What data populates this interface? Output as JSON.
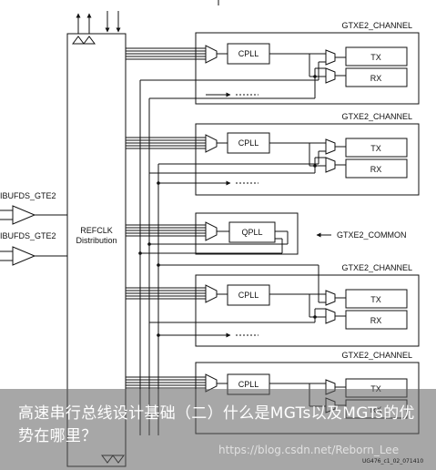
{
  "diagram": {
    "refclk_block": [
      "REFCLK",
      "Distribution"
    ],
    "buffer_labels": [
      "IBUFDS_GTE2",
      "IBUFDS_GTE2"
    ],
    "channel_title": "GTXE2_CHANNEL",
    "common_label": "GTXE2_COMMON",
    "cpll_label": "CPLL",
    "qpll_label": "QPLL",
    "tx_label": "TX",
    "rx_label": "RX",
    "figure_code": "UG476_c1_02_071410"
  },
  "overlay": {
    "title": "高速串行总线设计基础（二）什么是MGTs以及MGTs的优势在哪里？",
    "watermark": "https://blog.csdn.net/Reborn_Lee"
  }
}
